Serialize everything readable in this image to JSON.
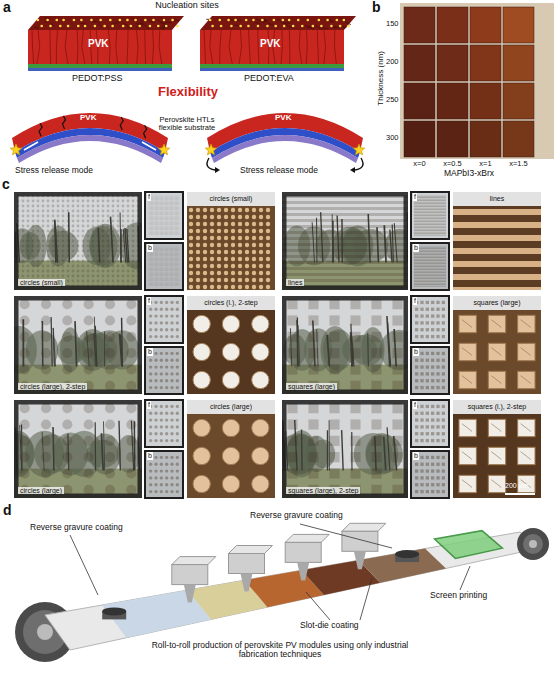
{
  "diagram": {
    "nodes": [
      {
        "text": [
          "circles (small)"
        ]
      },
      {
        "text": [
          "circles (small)"
        ]
      },
      {
        "text": [
          "lines"
        ]
      },
      {
        "text": [
          "lines"
        ]
      },
      {
        "text": [
          "circles (large), 2-step"
        ]
      },
      {
        "text": [
          "circles (l.), 2-step"
        ]
      },
      {
        "text": [
          "squares (large)"
        ]
      },
      {
        "text": [
          "squares (large)"
        ]
      },
      {
        "text": [
          "circles (large)"
        ]
      },
      {
        "text": [
          "circles (large)"
        ]
      },
      {
        "text": [
          "squares (large), 2-step"
        ]
      },
      {
        "text": [
          "squares (l.), 2-step"
        ]
      }
    ],
    "labels": [
      "a",
      "Nucleation sites",
      "PVK",
      "PVK",
      "PEDOT:PSS",
      "PEDOT:EVA",
      "Flexibility",
      "PVK",
      "Perovskite HTLs flexible substrate",
      "PVK",
      "Stress release mode",
      "Stress release mode",
      "b",
      "Thickness (nm)",
      "150",
      "200",
      "250",
      "300",
      "x=0",
      "x=0.5",
      "x=1",
      "x=1.5",
      "MAPbI3-xBrx",
      "c",
      "f",
      "b",
      "f",
      "b",
      "f",
      "b",
      "f",
      "b",
      "f",
      "b",
      "f",
      "b",
      "200 μm",
      "d",
      "Reverse gravure coating",
      "Reverse gravure coating",
      "Screen printing",
      "Slot-die coating",
      "Roll-to-roll production of perovskite PV modules using only industrial fabrication techniques"
    ]
  }
}
